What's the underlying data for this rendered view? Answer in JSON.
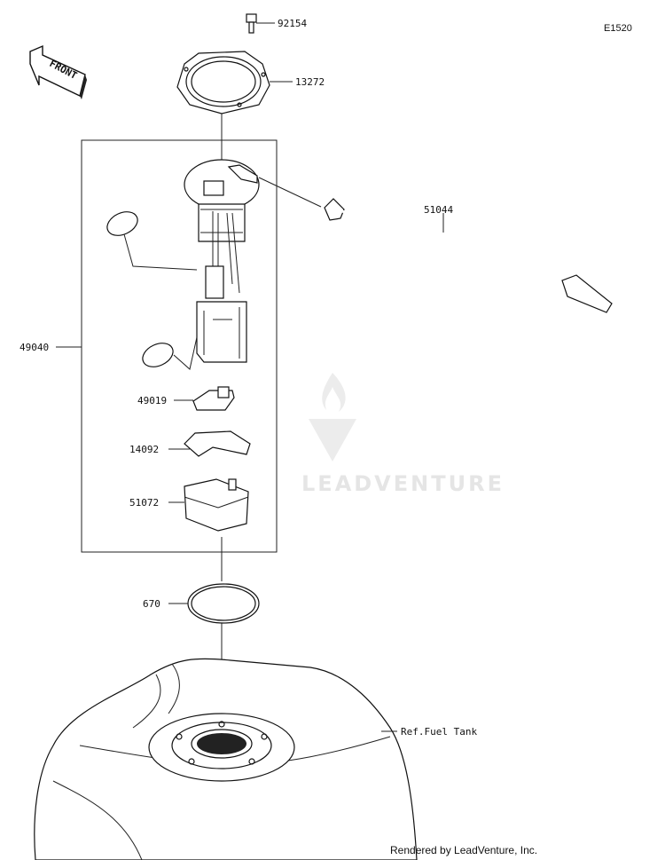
{
  "diagram_code": "E1520",
  "front_label": "FRONT",
  "parts": [
    {
      "id": "bolt",
      "number": "92154"
    },
    {
      "id": "gasket-plate",
      "number": "13272"
    },
    {
      "id": "fuel-hose",
      "number": "51044"
    },
    {
      "id": "pump-assy",
      "number": "49040"
    },
    {
      "id": "filter",
      "number": "49019"
    },
    {
      "id": "holder",
      "number": "14092"
    },
    {
      "id": "cover",
      "number": "51072"
    },
    {
      "id": "o-ring",
      "number": "670"
    }
  ],
  "reference": "Ref.Fuel Tank",
  "watermark": "LEADVENTURE",
  "credit": "Rendered by LeadVenture, Inc."
}
